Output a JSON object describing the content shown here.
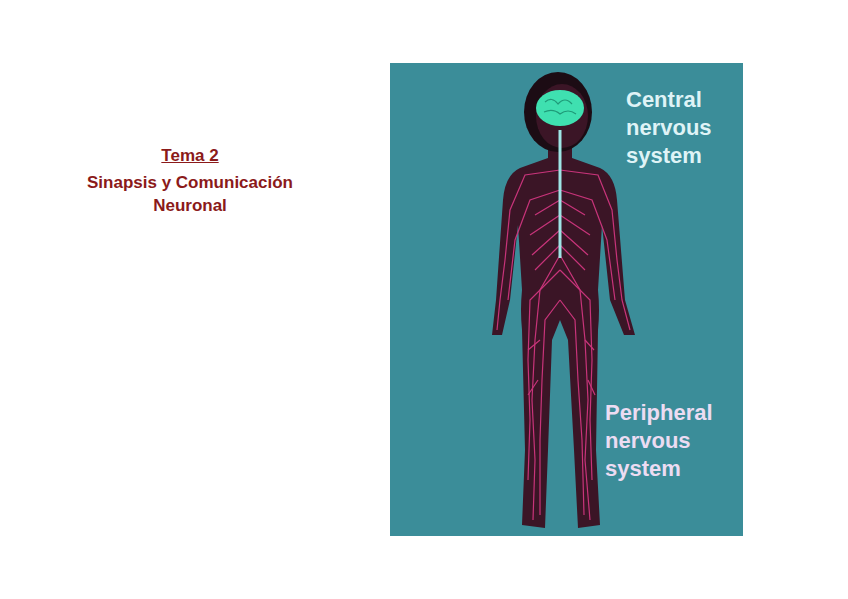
{
  "diagram": {
    "title": "Tema 2",
    "labels": [
      "Sinapsis y Comunicación Neuronal",
      "Central nervous system",
      "Peripheral nervous system"
    ]
  }
}
